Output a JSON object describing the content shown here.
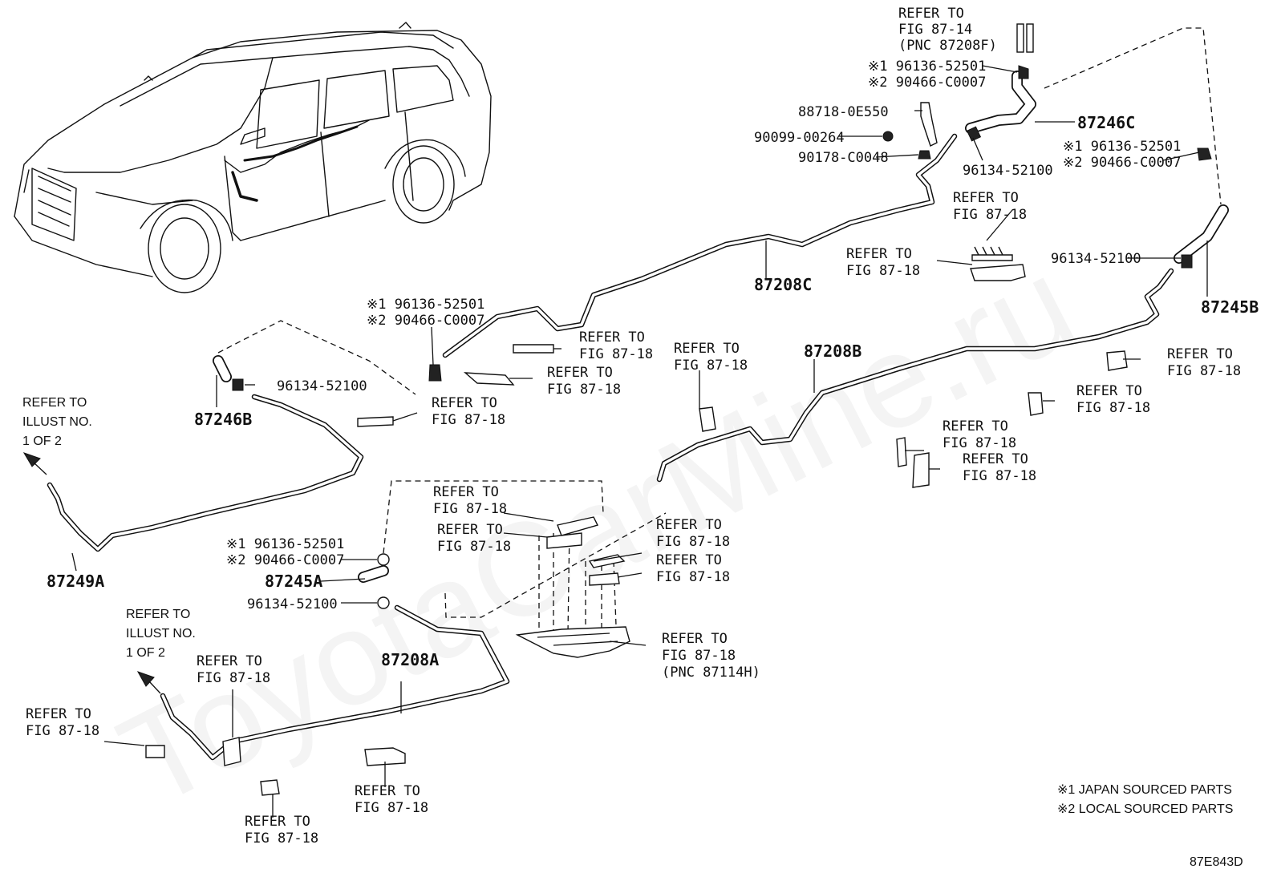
{
  "watermark": "ToyotaCarMine.ru",
  "diagram_code": "87E843D",
  "legend": {
    "line1": "※1 JAPAN SOURCED PARTS",
    "line2": "※2 LOCAL SOURCED PARTS"
  },
  "parts": {
    "p87246C": "87246C",
    "p87208C": "87208C",
    "p87208B": "87208B",
    "p87245B": "87245B",
    "p87246B": "87246B",
    "p87249A": "87249A",
    "p87245A": "87245A",
    "p87208A": "87208A",
    "clamp_j": "※1 96136-52501",
    "clamp_l": "※2 90466-C0007",
    "clamp_small": "96134-52100",
    "bracket": "88718-0E550",
    "bolt": "90099-00264",
    "nut": "90178-C0048"
  },
  "refs": {
    "refer_to": "REFER TO",
    "fig_87_14": "FIG 87-14",
    "pnc_87208F": "(PNC 87208F)",
    "fig_87_18": "FIG 87-18",
    "pnc_87114H": "(PNC 87114H)",
    "illust_refer": "REFER TO",
    "illust_no": "ILLUST NO.",
    "illust_of": "1 OF 2"
  }
}
